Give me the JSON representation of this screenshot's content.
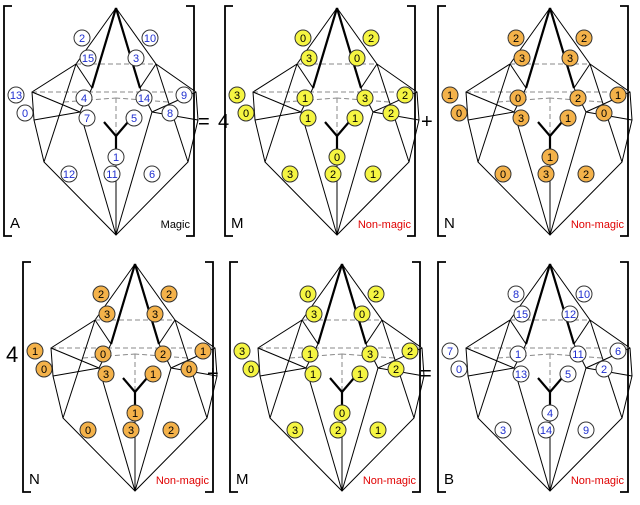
{
  "colors": {
    "blue_text": "#1f2fd0",
    "white_fill": "#ffffff",
    "yellow_fill": "#f5f542",
    "orange_fill": "#f4b24a",
    "magic_label": "#000000",
    "nonmagic_label": "#e00000"
  },
  "operators": {
    "equals_top": "=",
    "four_top": "4",
    "plus_top": "+",
    "four_bottom": "4",
    "plus_bottom": "+",
    "equals_bottom": "="
  },
  "panels": [
    {
      "name": "A",
      "label": "Magic",
      "status": "magic",
      "fill": "white",
      "values": [
        2,
        15,
        10,
        3,
        13,
        0,
        4,
        7,
        14,
        5,
        9,
        8,
        1,
        12,
        11,
        6
      ]
    },
    {
      "name": "M",
      "label": "Non-magic",
      "status": "nonmagic",
      "fill": "yellow",
      "values": [
        0,
        3,
        2,
        0,
        3,
        0,
        1,
        1,
        3,
        1,
        2,
        2,
        0,
        3,
        2,
        1
      ]
    },
    {
      "name": "N",
      "label": "Non-magic",
      "status": "nonmagic",
      "fill": "orange",
      "values": [
        2,
        3,
        2,
        3,
        1,
        0,
        0,
        3,
        2,
        1,
        1,
        0,
        1,
        0,
        3,
        2
      ]
    },
    {
      "name": "N",
      "label": "Non-magic",
      "status": "nonmagic",
      "fill": "orange",
      "values": [
        2,
        3,
        2,
        3,
        1,
        0,
        0,
        3,
        2,
        1,
        1,
        0,
        1,
        0,
        3,
        2
      ]
    },
    {
      "name": "M",
      "label": "Non-magic",
      "status": "nonmagic",
      "fill": "yellow",
      "values": [
        0,
        3,
        2,
        0,
        3,
        0,
        1,
        1,
        3,
        1,
        2,
        2,
        0,
        3,
        2,
        1
      ]
    },
    {
      "name": "B",
      "label": "Non-magic",
      "status": "nonmagic",
      "fill": "white",
      "values": [
        8,
        15,
        10,
        12,
        7,
        0,
        1,
        13,
        11,
        5,
        6,
        2,
        4,
        3,
        14,
        9
      ]
    }
  ]
}
